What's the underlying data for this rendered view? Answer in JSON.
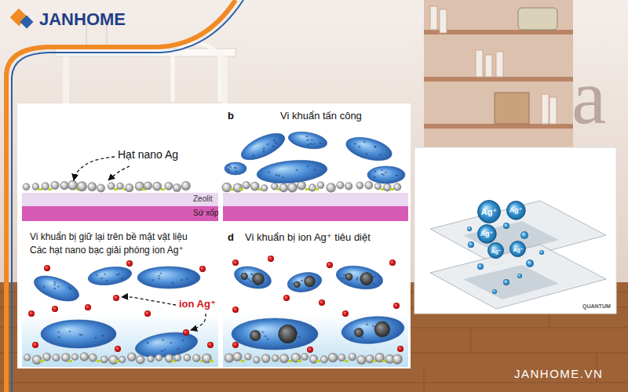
{
  "diagram": {
    "nodes": [
      {
        "text": [
          "Ag⁺"
        ]
      },
      {
        "text": [
          "Ag⁺"
        ]
      },
      {
        "text": [
          "Ag⁺"
        ]
      },
      {
        "text": [
          "Ag⁺"
        ]
      },
      {
        "text": [
          "Ag⁺"
        ]
      }
    ],
    "labels": [
      "JANHOME",
      "a",
      "Hạt nano Ag",
      "Zeolit",
      "Sứ xốp",
      "b",
      "Vi khuẩn tấn công",
      "Vi khuẩn bị giữ lại trên bề mặt vật liệu",
      "Các hạt nano bạc giải phóng ion Ag⁺",
      "ion Ag⁺",
      "d",
      "Vi khuẩn bị ion Ag⁺ tiêu diệt",
      "QUANTUM",
      "JANHOME.VN"
    ]
  }
}
